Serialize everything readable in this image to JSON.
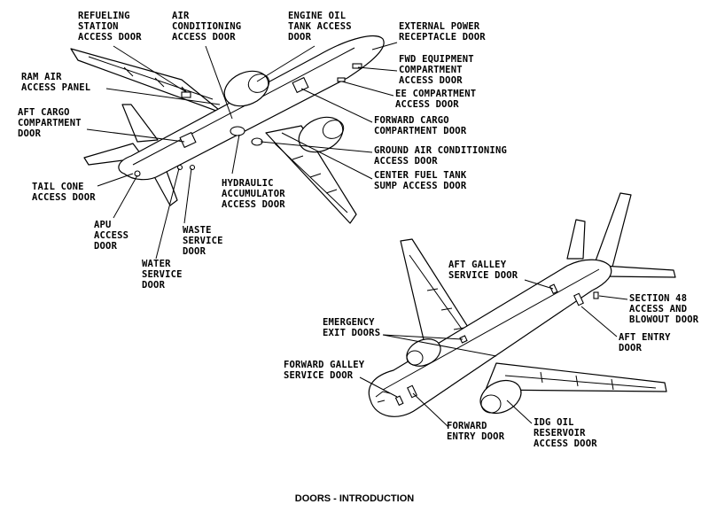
{
  "caption": "DOORS - INTRODUCTION",
  "top_aircraft_labels": {
    "refueling": [
      "REFUELING",
      "STATION",
      "ACCESS DOOR"
    ],
    "air_conditioning": [
      "AIR",
      "CONDITIONING",
      "ACCESS DOOR"
    ],
    "engine_oil": [
      "ENGINE OIL",
      "TANK ACCESS",
      "DOOR"
    ],
    "external_power": [
      "EXTERNAL POWER",
      "RECEPTACLE DOOR"
    ],
    "fwd_equipment": [
      "FWD EQUIPMENT",
      "COMPARTMENT",
      "ACCESS DOOR"
    ],
    "ram_air": [
      "RAM AIR",
      "ACCESS PANEL"
    ],
    "ee_compartment": [
      "EE COMPARTMENT",
      "ACCESS DOOR"
    ],
    "aft_cargo": [
      "AFT CARGO",
      "COMPARTMENT",
      "DOOR"
    ],
    "forward_cargo": [
      "FORWARD CARGO",
      "COMPARTMENT DOOR"
    ],
    "ground_air": [
      "GROUND AIR CONDITIONING",
      "ACCESS DOOR"
    ],
    "center_fuel": [
      "CENTER FUEL TANK",
      "SUMP ACCESS DOOR"
    ],
    "tail_cone": [
      "TAIL CONE",
      "ACCESS DOOR"
    ],
    "hydraulic": [
      "HYDRAULIC",
      "ACCUMULATOR",
      "ACCESS DOOR"
    ],
    "apu": [
      "APU",
      "ACCESS",
      "DOOR"
    ],
    "waste": [
      "WASTE",
      "SERVICE",
      "DOOR"
    ],
    "water": [
      "WATER",
      "SERVICE",
      "DOOR"
    ]
  },
  "bottom_aircraft_labels": {
    "aft_galley": [
      "AFT GALLEY",
      "SERVICE DOOR"
    ],
    "section48": [
      "SECTION 48",
      "ACCESS AND",
      "BLOWOUT DOOR"
    ],
    "emergency": [
      "EMERGENCY",
      "EXIT DOORS"
    ],
    "aft_entry": [
      "AFT ENTRY",
      "DOOR"
    ],
    "fwd_galley": [
      "FORWARD GALLEY",
      "SERVICE DOOR"
    ],
    "fwd_entry": [
      "FORWARD",
      "ENTRY DOOR"
    ],
    "idg": [
      "IDG OIL",
      "RESERVOIR",
      "ACCESS DOOR"
    ]
  }
}
